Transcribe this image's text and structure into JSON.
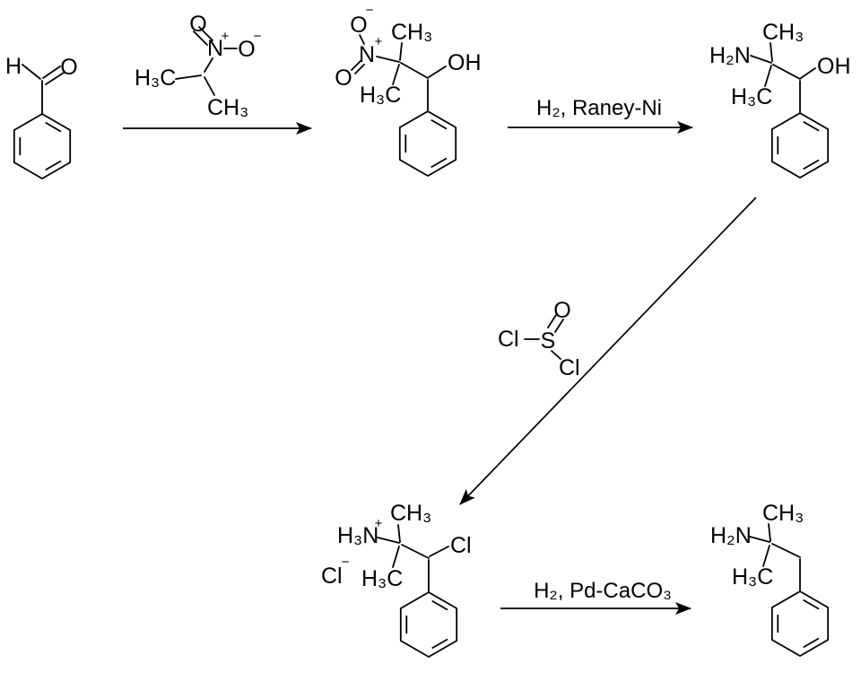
{
  "molecules": {
    "benzaldehyde": {
      "aldehyde_h": "H",
      "carbonyl_o": "O"
    },
    "nitropropane": {
      "o_top": "O",
      "n": "N",
      "n_charge": "+",
      "o_right": "O",
      "o_right_charge": "−",
      "methyl_left": "H₃C",
      "methyl_bottom": "CH₃"
    },
    "nitro_alcohol": {
      "o_top": "O",
      "o_top_charge": "−",
      "n": "N",
      "n_charge": "+",
      "o_left": "O",
      "methyl_top": "CH₃",
      "methyl_left": "H₃C",
      "hydroxyl": "OH"
    },
    "amino_alcohol": {
      "amine": "H₂N",
      "methyl_top": "CH₃",
      "methyl_left": "H₃C",
      "hydroxyl": "OH"
    },
    "thionyl_chloride": {
      "cl_left": "Cl",
      "sulfur": "S",
      "oxygen": "O",
      "cl_bottom": "Cl"
    },
    "ammonium_salt": {
      "ammonium": "H₃N",
      "ammonium_charge": "+",
      "chloride_ion": "Cl",
      "chloride_ion_charge": "−",
      "methyl_top": "CH₃",
      "methyl_left": "H₃C",
      "chloro": "Cl"
    },
    "phentermine": {
      "amine": "H₂N",
      "methyl_top": "CH₃",
      "methyl_left": "H₃C"
    }
  },
  "conditions": {
    "step2": "H₂, Raney-Ni",
    "step4": "H₂, Pd-CaCO₃"
  },
  "colors": {
    "ink": "#000000",
    "background": "#ffffff"
  }
}
